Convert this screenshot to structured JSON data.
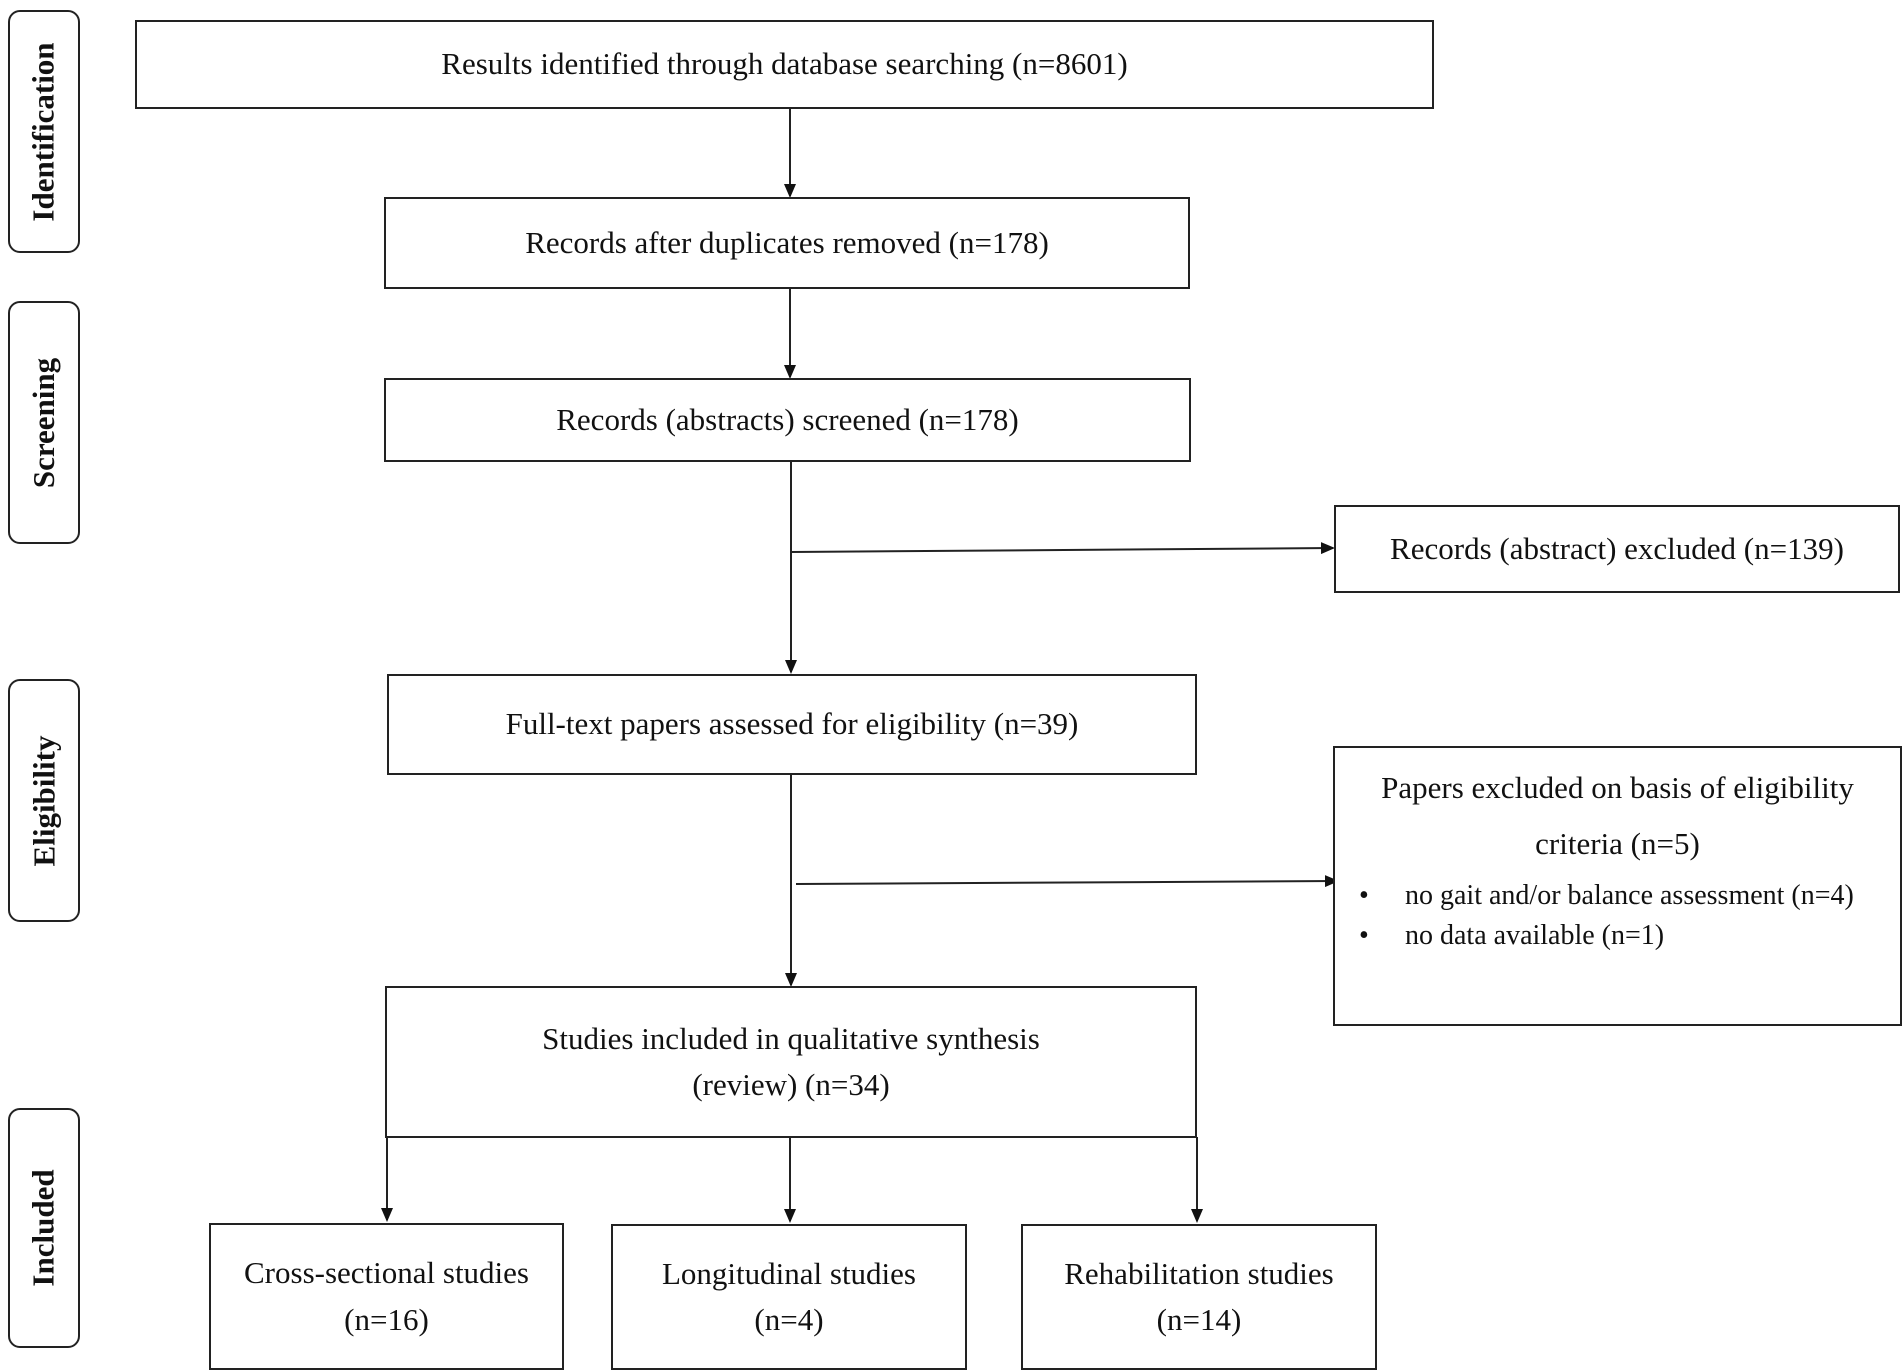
{
  "stages": {
    "identification": "Identification",
    "screening": "Screening",
    "eligibility": "Eligibility",
    "included": "Included"
  },
  "boxes": {
    "identified": "Results identified through database searching (n=8601)",
    "deduplicated": "Records after duplicates removed (n=178)",
    "screened": "Records (abstracts) screened (n=178)",
    "abstract_excluded": "Records (abstract) excluded (n=139)",
    "fulltext": "Full-text papers assessed for eligibility (n=39)",
    "fulltext_excluded": {
      "title_line1": "Papers excluded on basis of eligibility",
      "title_line2": "criteria (n=5)",
      "bullets": [
        "no gait and/or balance assessment (n=4)",
        "no data available (n=1)"
      ]
    },
    "included_line1": "Studies included in qualitative synthesis",
    "included_line2": "(review) (n=34)",
    "cross_sectional": {
      "label": "Cross-sectional studies",
      "count": "(n=16)"
    },
    "longitudinal": {
      "label": "Longitudinal studies",
      "count": "(n=4)"
    },
    "rehabilitation": {
      "label": "Rehabilitation studies",
      "count": "(n=14)"
    }
  }
}
